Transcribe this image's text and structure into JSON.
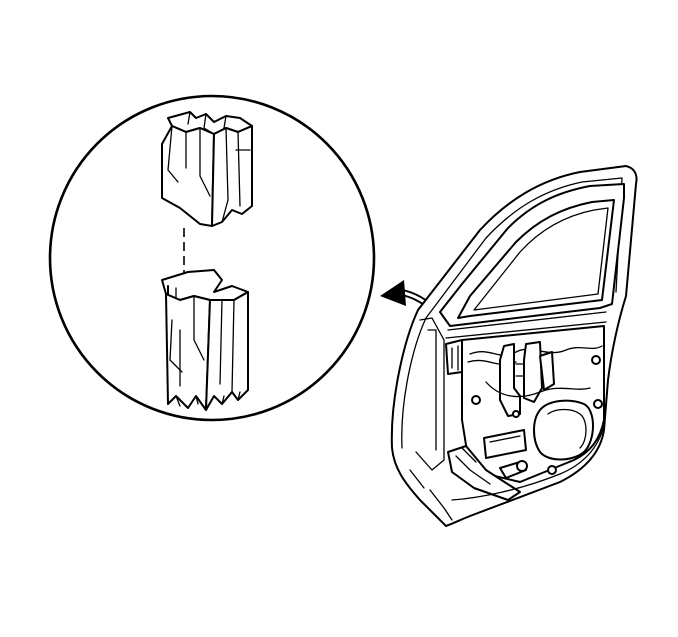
{
  "figure": {
    "kind": "technical-illustration",
    "subject": "door-trim-retainer-clip",
    "line_color": "#000000",
    "background_color": "#ffffff",
    "parts": [
      {
        "id": "detail-circle",
        "icon": "magnified-detail-circle"
      },
      {
        "id": "upper-clip",
        "icon": "clip-upper-half"
      },
      {
        "id": "lower-clip",
        "icon": "clip-lower-half"
      },
      {
        "id": "alignment-line",
        "icon": "dashed-alignment-line"
      },
      {
        "id": "callout-arrow",
        "icon": "curved-arrow"
      },
      {
        "id": "door-inner-panel",
        "icon": "door-panel"
      }
    ]
  }
}
